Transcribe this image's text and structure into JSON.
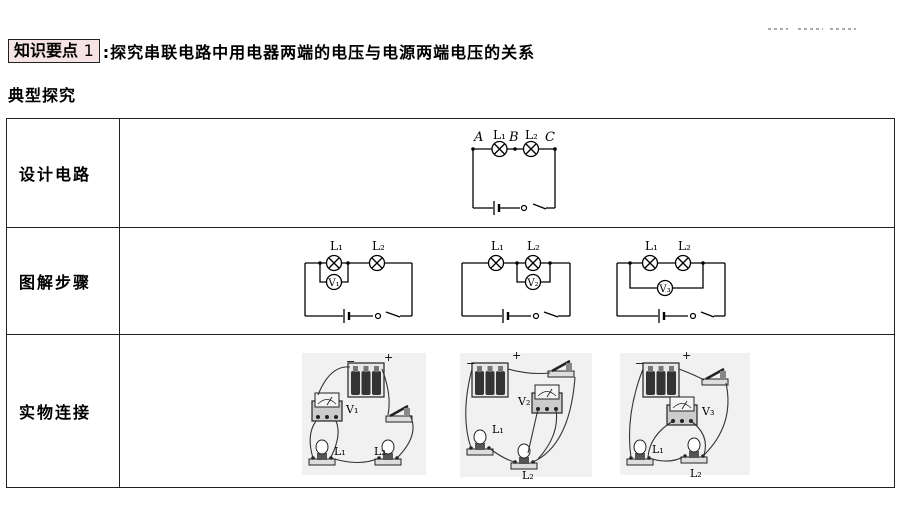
{
  "header": {
    "tag_text": "知识要点",
    "tag_number": "1",
    "title": ":探究串联电路中用电器两端的电压与电源两端电压的关系"
  },
  "subtitle": "典型探究",
  "rows": [
    {
      "label": "设计电路"
    },
    {
      "label": "图解步骤"
    },
    {
      "label": "实物连接"
    }
  ],
  "design_circuit": {
    "point_a": "A",
    "point_b": "B",
    "point_c": "C",
    "lamp1": "L₁",
    "lamp2": "L₂"
  },
  "steps": [
    {
      "lamp1": "L₁",
      "lamp2": "L₂",
      "meter": "V₁"
    },
    {
      "lamp1": "L₁",
      "lamp2": "L₂",
      "meter": "V₂"
    },
    {
      "lamp1": "L₁",
      "lamp2": "L₂",
      "meter": "V₃"
    }
  ],
  "physical": [
    {
      "meter": "V₁",
      "lamp1": "L₁",
      "lamp2": "L₂",
      "plus": "+",
      "minus": "−"
    },
    {
      "meter": "V₂",
      "lamp1": "L₁",
      "lamp2": "L₂",
      "plus": "+",
      "minus": "−"
    },
    {
      "meter": "V₃",
      "lamp1": "L₁",
      "lamp2": "L₂",
      "plus": "+",
      "minus": "−"
    }
  ]
}
